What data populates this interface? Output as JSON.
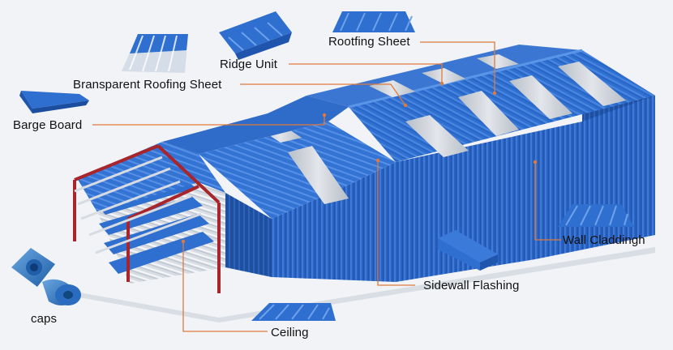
{
  "diagram": {
    "labels": {
      "rooftfing_sheet": "Rootfing Sheet",
      "ridge_unit": "Ridge Unit",
      "bransparent_roofing_sheet": "Bransparent Roofing Sheet",
      "barge_board": "Barge Board",
      "wall_claddingh": "Wall Claddingh",
      "sidewall_flashing": "Sidewall Flashing",
      "ceiling": "Ceiling",
      "caps": "caps"
    },
    "colors": {
      "roof_blue": "#2e6fd0",
      "wall_blue": "#2a62c2",
      "wall_dark": "#1f4f9f",
      "skylight": "#c9ced6",
      "leader_line": "#e07a3c",
      "frame_red": "#a8252b",
      "background": "#f1f3f6"
    },
    "icons": [
      "rooftfing-sheet-icon",
      "ridge-unit-icon",
      "transparent-sheet-icon",
      "barge-board-icon",
      "wall-cladding-icon",
      "sidewall-flashing-icon",
      "ceiling-sheet-icon",
      "caps-icon"
    ]
  }
}
